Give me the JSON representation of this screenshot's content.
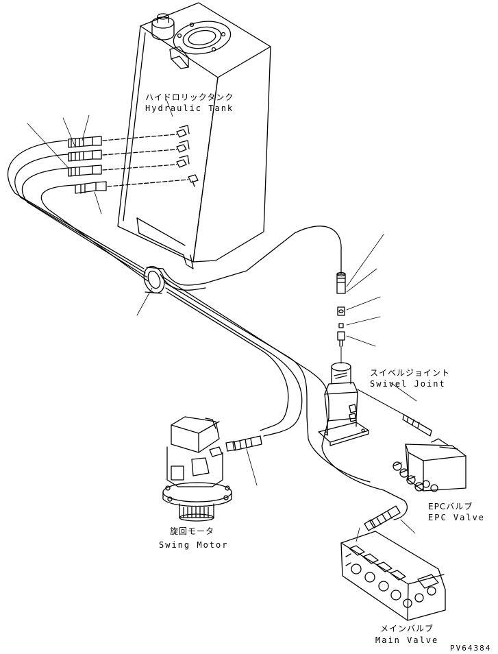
{
  "labels": {
    "hydraulic_tank_jp": "ハイドロリックタンク",
    "hydraulic_tank_en": "Hydraulic Tank",
    "swivel_joint_jp": "スイベルジョイント",
    "swivel_joint_en": "Swivel Joint",
    "epc_valve_jp": "EPCバルブ",
    "epc_valve_en": "EPC Valve",
    "swing_motor_jp": "旋回モータ",
    "swing_motor_en": "Swing Motor",
    "main_valve_jp": "メインバルブ",
    "main_valve_en": "Main Valve",
    "drawing_number": "PV64384"
  }
}
